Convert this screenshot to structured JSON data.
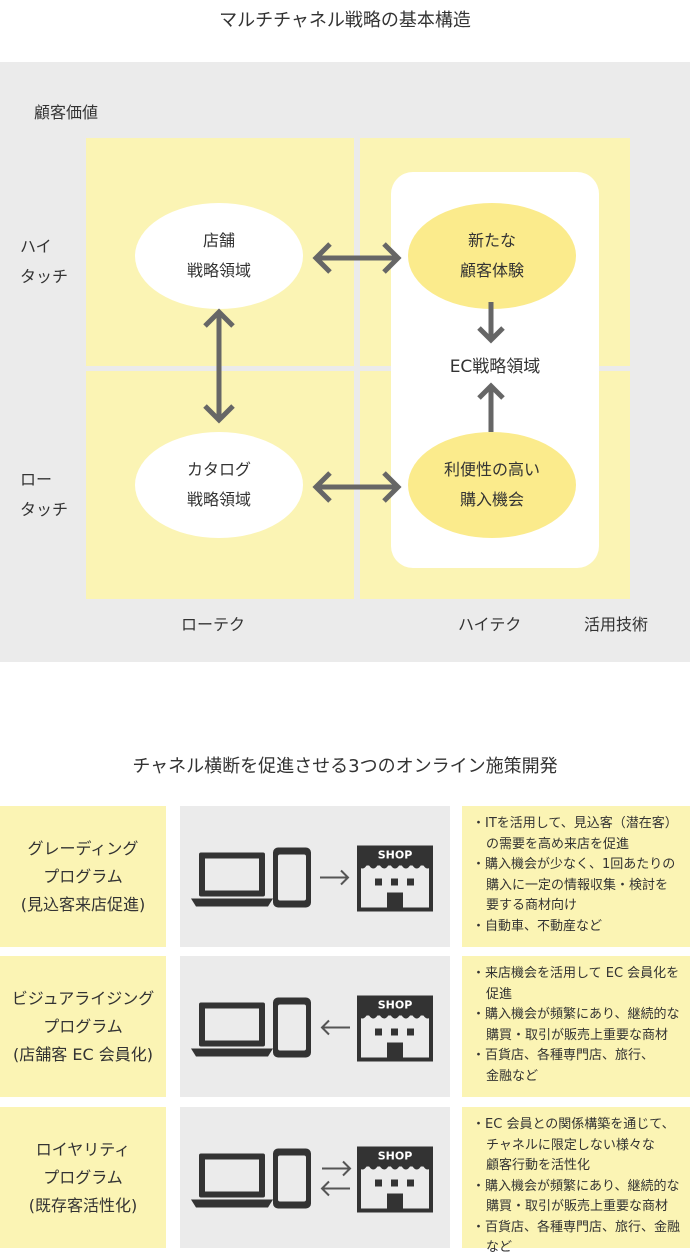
{
  "diagram1": {
    "title": "マルチチャネル戦略の基本構造",
    "y_axis_label": "顧客価値",
    "row_high": [
      "ハイ",
      "タッチ"
    ],
    "row_low": [
      "ロー",
      "タッチ"
    ],
    "x_low": "ローテク",
    "x_high": "ハイテク",
    "x_axis_label": "活用技術",
    "store": [
      "店舗",
      "戦略領域"
    ],
    "catalog": [
      "カタログ",
      "戦略領域"
    ],
    "new_exp": [
      "新たな",
      "顧客体験"
    ],
    "convenient": [
      "利便性の高い",
      "購入機会"
    ],
    "ec_label": "EC戦略領域"
  },
  "diagram2": {
    "title": "チャネル横断を促進させる3つのオンライン施策開発",
    "shop_text": "SHOP",
    "rows": [
      {
        "label": [
          "グレーディング",
          "プログラム",
          "(見込客来店促進)"
        ],
        "direction": "to-shop",
        "bullets": [
          [
            "ITを活用して、見込客（潜在客）",
            "の需要を高め来店を促進"
          ],
          [
            "購入機会が少なく、1回あたりの",
            "購入に一定の情報収集・検討を",
            "要する商材向け"
          ],
          [
            "自動車、不動産など"
          ]
        ]
      },
      {
        "label": [
          "ビジュアライジング",
          "プログラム",
          "(店舗客 EC 会員化)"
        ],
        "direction": "to-device",
        "bullets": [
          [
            "来店機会を活用して EC 会員化を",
            "促進"
          ],
          [
            "購入機会が頻繁にあり、継続的な",
            "購買・取引が販売上重要な商材"
          ],
          [
            "百貨店、各種専門店、旅行、",
            "金融など"
          ]
        ]
      },
      {
        "label": [
          "ロイヤリティ",
          "プログラム",
          "(既存客活性化)"
        ],
        "direction": "both",
        "bullets": [
          [
            "EC 会員との関係構築を通じて、",
            "チャネルに限定しない様々な",
            "顧客行動を活性化"
          ],
          [
            "購入機会が頻繁にあり、継続的な",
            "購買・取引が販売上重要な商材"
          ],
          [
            "百貨店、各種専門店、旅行、金融など"
          ]
        ]
      }
    ]
  }
}
